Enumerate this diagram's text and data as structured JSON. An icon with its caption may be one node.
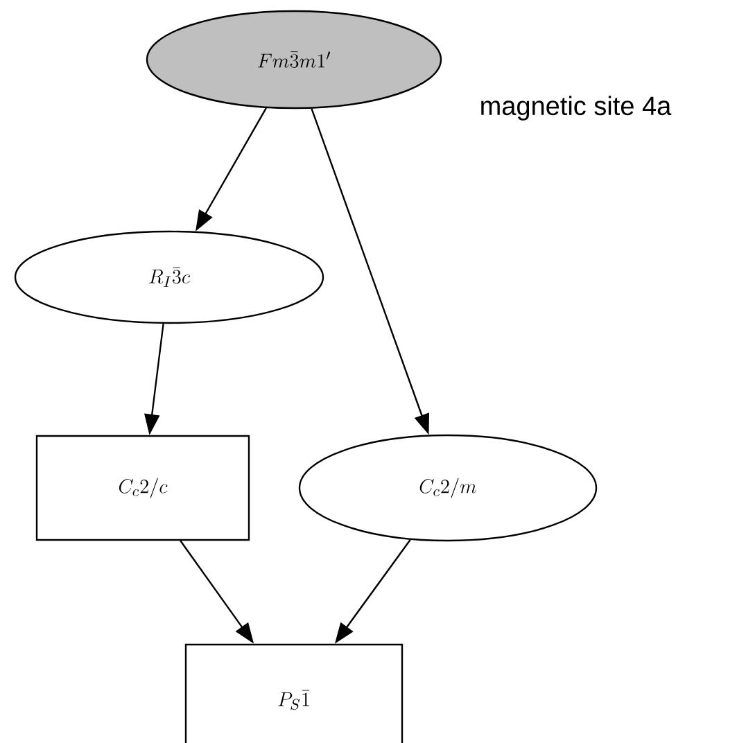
{
  "diagram": {
    "nodes": [
      {
        "text": [
          "Fm\\bar{3}m1'"
        ]
      },
      {
        "text": [
          "R_I\\bar{3}c"
        ]
      },
      {
        "text": [
          "C_c2/c"
        ]
      },
      {
        "text": [
          "C_c2/m"
        ]
      },
      {
        "text": [
          "P_S\\bar{1}"
        ]
      }
    ],
    "edges": [
      {
        "from": 0,
        "to": 1,
        "arrow": "to"
      },
      {
        "from": 0,
        "to": 3,
        "arrow": "to"
      },
      {
        "from": 1,
        "to": 2,
        "arrow": "to"
      },
      {
        "from": 2,
        "to": 4,
        "arrow": "to"
      },
      {
        "from": 3,
        "to": 4,
        "arrow": "to"
      }
    ],
    "labels": [
      "magnetic site 4a"
    ]
  }
}
